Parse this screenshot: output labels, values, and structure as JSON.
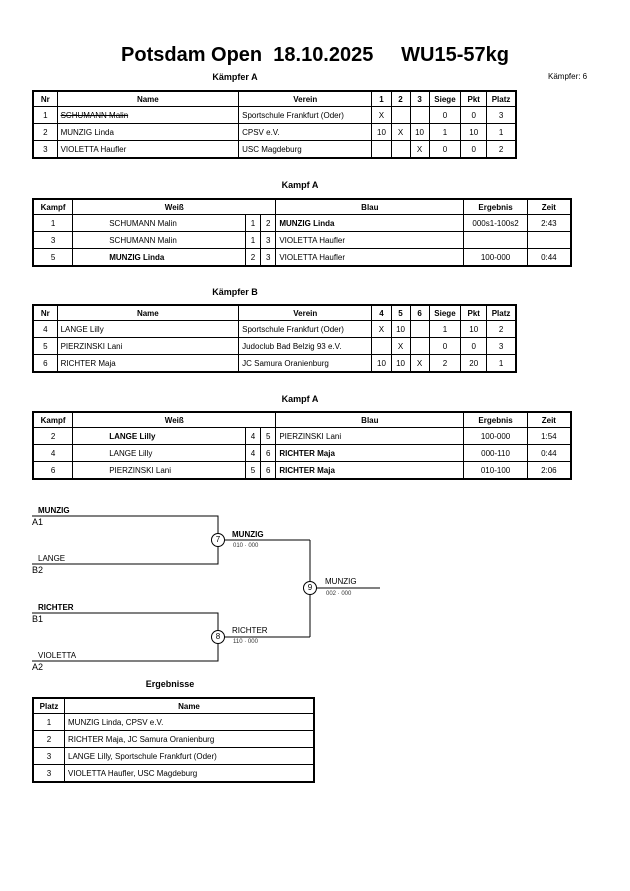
{
  "header": {
    "title": "Potsdam Open  18.10.2025     WU15-57kg",
    "kaempfer_label": "Kämpfer: 6"
  },
  "poolA": {
    "title": "Kämpfer A",
    "columns": [
      "Nr",
      "Name",
      "Verein",
      "1",
      "2",
      "3",
      "Siege",
      "Pkt",
      "Platz"
    ],
    "rows": [
      {
        "nr": "1",
        "name": "SCHUMANN Malin",
        "verein": "Sportschule Frankfurt (Oder)",
        "c1": "X",
        "c2": "",
        "c3": "",
        "siege": "0",
        "pkt": "0",
        "platz": "3"
      },
      {
        "nr": "2",
        "name": "MUNZIG Linda",
        "verein": "CPSV e.V.",
        "c1": "10",
        "c2": "X",
        "c3": "10",
        "siege": "1",
        "pkt": "10",
        "platz": "1"
      },
      {
        "nr": "3",
        "name": "VIOLETTA Haufler",
        "verein": "USC Magdeburg",
        "c1": "",
        "c2": "",
        "c3": "X",
        "siege": "0",
        "pkt": "0",
        "platz": "2"
      }
    ]
  },
  "fightsA": {
    "title": "Kampf A",
    "columns": [
      "Kampf",
      "Weiß",
      "Blau",
      "Ergebnis",
      "Zeit"
    ],
    "rows": [
      {
        "kampf": "1",
        "weiss": "SCHUMANN Malin",
        "w": "1",
        "b": "2",
        "blau": "MUNZIG Linda",
        "ergebnis": "000s1-100s2",
        "zeit": "2:43",
        "winner": "blau"
      },
      {
        "kampf": "3",
        "weiss": "SCHUMANN Malin",
        "w": "1",
        "b": "3",
        "blau": "VIOLETTA Haufler",
        "ergebnis": "",
        "zeit": "",
        "winner": ""
      },
      {
        "kampf": "5",
        "weiss": "MUNZIG Linda",
        "w": "2",
        "b": "3",
        "blau": "VIOLETTA Haufler",
        "ergebnis": "100-000",
        "zeit": "0:44",
        "winner": "weiss"
      }
    ]
  },
  "poolB": {
    "title": "Kämpfer B",
    "columns": [
      "Nr",
      "Name",
      "Verein",
      "4",
      "5",
      "6",
      "Siege",
      "Pkt",
      "Platz"
    ],
    "rows": [
      {
        "nr": "4",
        "name": "LANGE Lilly",
        "verein": "Sportschule Frankfurt (Oder)",
        "c1": "X",
        "c2": "10",
        "c3": "",
        "siege": "1",
        "pkt": "10",
        "platz": "2"
      },
      {
        "nr": "5",
        "name": "PIERZINSKI Lani",
        "verein": "Judoclub Bad Belzig 93 e.V.",
        "c1": "",
        "c2": "X",
        "c3": "",
        "siege": "0",
        "pkt": "0",
        "platz": "3"
      },
      {
        "nr": "6",
        "name": "RICHTER Maja",
        "verein": "JC Samura Oranienburg",
        "c1": "10",
        "c2": "10",
        "c3": "X",
        "siege": "2",
        "pkt": "20",
        "platz": "1"
      }
    ]
  },
  "fightsB": {
    "title": "Kampf A",
    "columns": [
      "Kampf",
      "Weiß",
      "Blau",
      "Ergebnis",
      "Zeit"
    ],
    "rows": [
      {
        "kampf": "2",
        "weiss": "LANGE Lilly",
        "w": "4",
        "b": "5",
        "blau": "PIERZINSKI Lani",
        "ergebnis": "100-000",
        "zeit": "1:54",
        "winner": "weiss"
      },
      {
        "kampf": "4",
        "weiss": "LANGE Lilly",
        "w": "4",
        "b": "6",
        "blau": "RICHTER Maja",
        "ergebnis": "000-110",
        "zeit": "0:44",
        "winner": "blau"
      },
      {
        "kampf": "6",
        "weiss": "PIERZINSKI Lani",
        "w": "5",
        "b": "6",
        "blau": "RICHTER Maja",
        "ergebnis": "010-100",
        "zeit": "2:06",
        "winner": "blau"
      }
    ]
  },
  "bracket": {
    "top1": {
      "name": "MUNZIG",
      "seed": "A1"
    },
    "top2": {
      "name": "LANGE",
      "seed": "B2"
    },
    "bottom1": {
      "name": "RICHTER",
      "seed": "B1"
    },
    "bottom2": {
      "name": "VIOLETTA",
      "seed": "A2"
    },
    "fight7": {
      "num": "7",
      "winner": "MUNZIG",
      "score": "010 · 000"
    },
    "fight8": {
      "num": "8",
      "winner": "RICHTER",
      "score": "110 · 000"
    },
    "fight9": {
      "num": "9",
      "winner": "MUNZIG",
      "score": "002 · 000"
    }
  },
  "results": {
    "title": "Ergebnisse",
    "columns": [
      "Platz",
      "Name"
    ],
    "rows": [
      {
        "platz": "1",
        "name": "MUNZIG Linda, CPSV e.V."
      },
      {
        "platz": "2",
        "name": "RICHTER Maja, JC Samura Oranienburg"
      },
      {
        "platz": "3",
        "name": "LANGE Lilly, Sportschule Frankfurt (Oder)"
      },
      {
        "platz": "3",
        "name": "VIOLETTA Haufler, USC Magdeburg"
      }
    ]
  }
}
